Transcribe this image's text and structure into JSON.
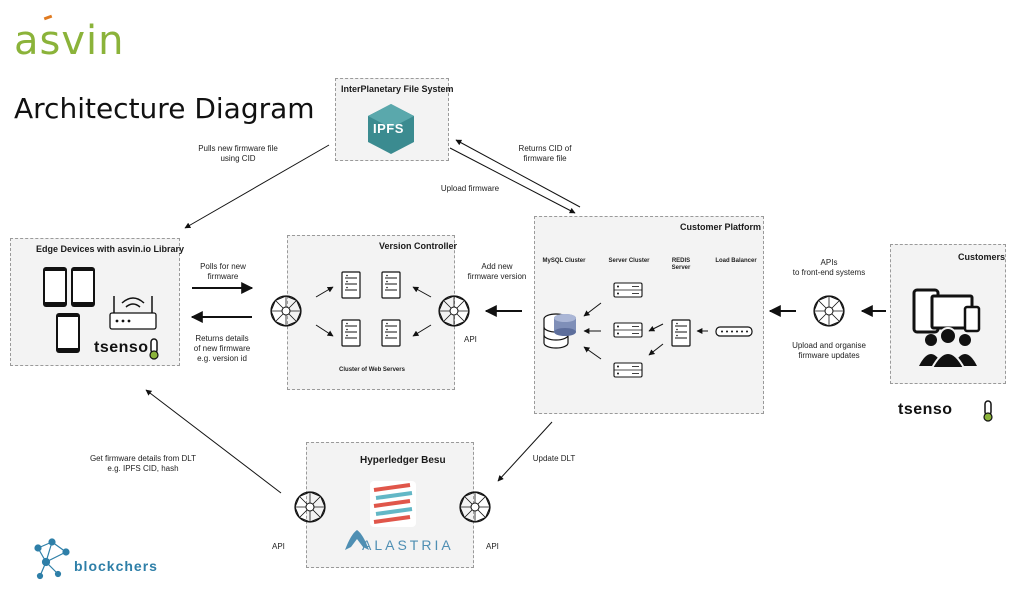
{
  "logo": {
    "brand": "asvin"
  },
  "title": "Architecture Diagram",
  "ipfs": {
    "title": "InterPlanetary File System",
    "icon_label": "IPFS"
  },
  "edge": {
    "title": "Edge Devices with asvin.io Library",
    "brand": "tsenso"
  },
  "version_controller": {
    "title": "Version Controller",
    "caption": "Cluster of Web Servers",
    "api": "API"
  },
  "customer_platform": {
    "title": "Customer Platform",
    "mysql": "MySQL Cluster",
    "server_cluster": "Server Cluster",
    "redis": "REDIS Server",
    "load_balancer": "Load Balancer"
  },
  "customers": {
    "title": "Customers",
    "brand": "tsenso"
  },
  "besu": {
    "title": "Hyperledger Besu",
    "api_left": "API",
    "api_right": "API",
    "alastria": "ALASTRIA"
  },
  "notes": {
    "pulls_new_firmware_file": "Pulls new firmware file\nusing CID",
    "returns_cid": "Returns CID of\nfirmware file",
    "upload_firmware": "Upload firmware",
    "polls_for_new_firmware": "Polls for new\nfirmware",
    "returns_details": "Returns details\nof new firmware\ne.g. version id",
    "add_new_firmware_version": "Add new\nfirmware version",
    "apis_front_end": "APIs\nto front-end systems",
    "upload_organise": "Upload and organise\nfirmware updates",
    "get_firmware_details": "Get firmware details from DLT\ne.g. IPFS CID, hash",
    "update_dlt": "Update DLT"
  },
  "footer": {
    "blockchers": "blockchers"
  },
  "colors": {
    "asvin_green": "#8bb33a",
    "ipfs_teal": "#3b8b90",
    "blockchers_blue": "#2e7fa8",
    "box_bg": "#f3f3f3"
  }
}
